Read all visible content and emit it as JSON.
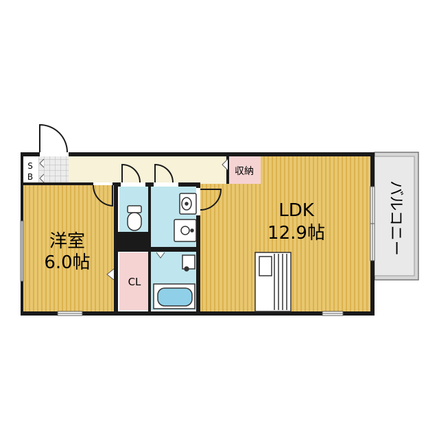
{
  "rooms": {
    "western_room": {
      "name": "洋室",
      "size": "6.0帖"
    },
    "ldk": {
      "name": "LDK",
      "size": "12.9帖"
    },
    "closet": {
      "name": "CL"
    },
    "storage": {
      "name": "収納"
    },
    "shoe_box": {
      "line1": "S",
      "line2": "B"
    },
    "balcony": {
      "name": "バルコニー"
    }
  },
  "colors": {
    "floor": "#e8c770",
    "floor_stripe": "#d8ad4a",
    "wet_area": "#bfe6ee",
    "closet": "#f6d3d3",
    "storage": "#f6d3d3",
    "hall": "#f7f2d8",
    "balcony": "#d8d8d8",
    "wall": "#1a1a1a"
  }
}
